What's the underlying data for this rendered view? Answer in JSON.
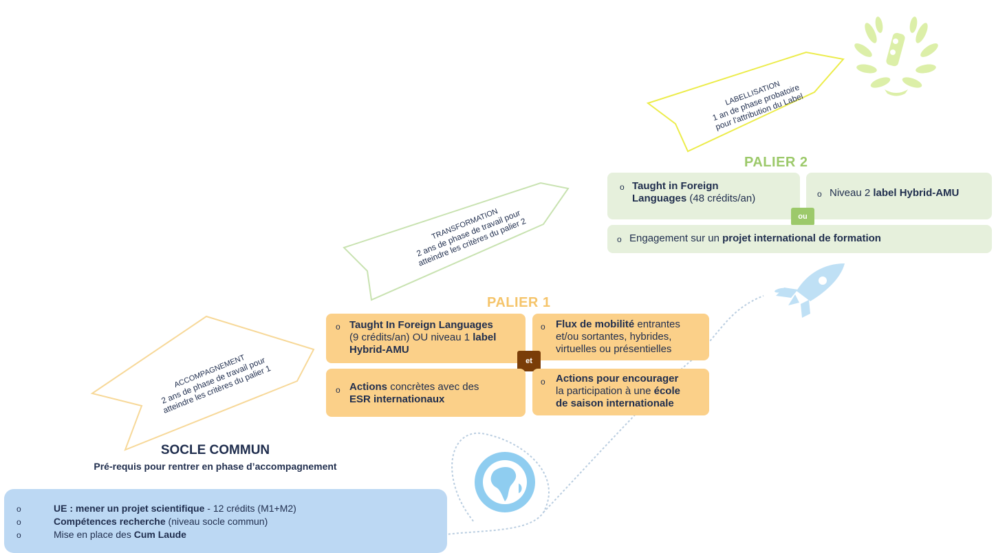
{
  "arrows": {
    "accompagnement": {
      "title": "ACCOMPAGNEMENT",
      "line1": "2 ans de phase de travail pour",
      "line2": "atteindre les critères du palier 1",
      "color": "#f7d898"
    },
    "transformation": {
      "title": "TRANSFORMATION",
      "line1": "2 ans de phase de travail pour",
      "line2": "atteindre les critères du palier 2",
      "color": "#c8e2b0"
    },
    "labellisation": {
      "title": "LABELLISATION",
      "line1": "1 an de phase probatoire",
      "line2": "pour l'attribution du Label",
      "color": "#ecec4a"
    }
  },
  "palier1": {
    "title": "PALIER 1",
    "title_color": "#f5c46a",
    "connector": "et",
    "connector_color": "#7a3d08",
    "box1": {
      "b1": "Taught In Foreign Languages",
      "n1": "(9 crédits/an) OU niveau 1",
      "b2": "label",
      "b3": "Hybrid-AMU"
    },
    "box2": {
      "b1": "Flux de mobilité",
      "n1": "entrantes",
      "n2": "et/ou sortantes, hybrides,",
      "n3": "virtuelles ou présentielles"
    },
    "box3": {
      "b1": "Actions",
      "n1": "concrètes avec des",
      "b2": "ESR internationaux"
    },
    "box4": {
      "b1": "Actions pour encourager",
      "n1": "la participation à une",
      "b2": "école",
      "b3": "de saison internationale"
    }
  },
  "palier2": {
    "title": "PALIER 2",
    "title_color": "#9cc96a",
    "connector": "ou",
    "connector_color": "#9cc96a",
    "box1": {
      "b1": "Taught in Foreign",
      "b2": "Languages",
      "n1": "(48 crédits/an)"
    },
    "box2": {
      "n1": "Niveau 2",
      "b1": "label Hybrid-AMU"
    },
    "box3": {
      "n1": "Engagement sur un",
      "b1": "projet international de formation"
    }
  },
  "socle": {
    "title": "SOCLE COMMUN",
    "subtitle": "Pré-requis pour rentrer en phase d’accompagnement",
    "items": [
      {
        "b": "UE : mener un projet scientifique",
        "n": "- 12 crédits (M1+M2)"
      },
      {
        "b": "Compétences recherche",
        "n": "(niveau socle commun)"
      },
      {
        "n": "Mise en place des",
        "b": "Cum Laude"
      }
    ]
  },
  "bullet": "o",
  "icons": {
    "laurel": "laurel-wreath-icon",
    "rocket": "rocket-icon",
    "globe": "globe-icon"
  },
  "accent_colors": {
    "rocket": "#bfe0f5",
    "globe": "#8fcdf0",
    "laurel": "#dcefa8",
    "path": "#b9cde0"
  }
}
